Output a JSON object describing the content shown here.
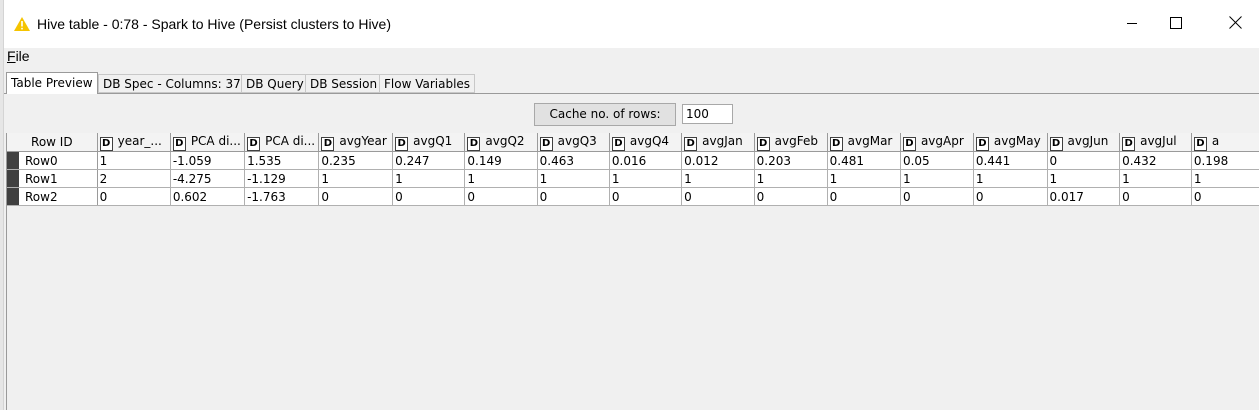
{
  "window": {
    "title": "Hive table - 0:78 - Spark to Hive (Persist clusters to Hive)",
    "icon": "warning-triangle-icon",
    "controls": [
      "minimize-icon",
      "maximize-icon",
      "close-icon"
    ]
  },
  "menu": {
    "file_letter": "F",
    "file_rest": "ile"
  },
  "tabs": [
    {
      "label": "Table Preview",
      "active": true
    },
    {
      "label": "DB Spec - Columns: 37"
    },
    {
      "label": "DB Query"
    },
    {
      "label": "DB Session"
    },
    {
      "label": "Flow Variables"
    }
  ],
  "cache": {
    "button_label": "Cache no. of rows:",
    "value": "100"
  },
  "table": {
    "row_id_header": "Row ID",
    "type_badge": "D",
    "columns": [
      "year_...",
      "PCA di...",
      "PCA di...",
      "avgYear",
      "avgQ1",
      "avgQ2",
      "avgQ3",
      "avgQ4",
      "avgJan",
      "avgFeb",
      "avgMar",
      "avgApr",
      "avgMay",
      "avgJun",
      "avgJul",
      "a"
    ],
    "rows": [
      {
        "id": "Row0",
        "cells": [
          "1",
          "-1.059",
          "1.535",
          "0.235",
          "0.247",
          "0.149",
          "0.463",
          "0.016",
          "0.012",
          "0.203",
          "0.481",
          "0.05",
          "0.441",
          "0",
          "0.432",
          "0.198"
        ]
      },
      {
        "id": "Row1",
        "cells": [
          "2",
          "-4.275",
          "-1.129",
          "1",
          "1",
          "1",
          "1",
          "1",
          "1",
          "1",
          "1",
          "1",
          "1",
          "1",
          "1",
          "1"
        ]
      },
      {
        "id": "Row2",
        "cells": [
          "0",
          "0.602",
          "-1.763",
          "0",
          "0",
          "0",
          "0",
          "0",
          "0",
          "0",
          "0",
          "0",
          "0",
          "0.017",
          "0",
          "0"
        ]
      }
    ]
  },
  "colors": {
    "title_warning": "#f5c400",
    "row_marker": "#404040",
    "header_bg": "#f3f3f3"
  }
}
